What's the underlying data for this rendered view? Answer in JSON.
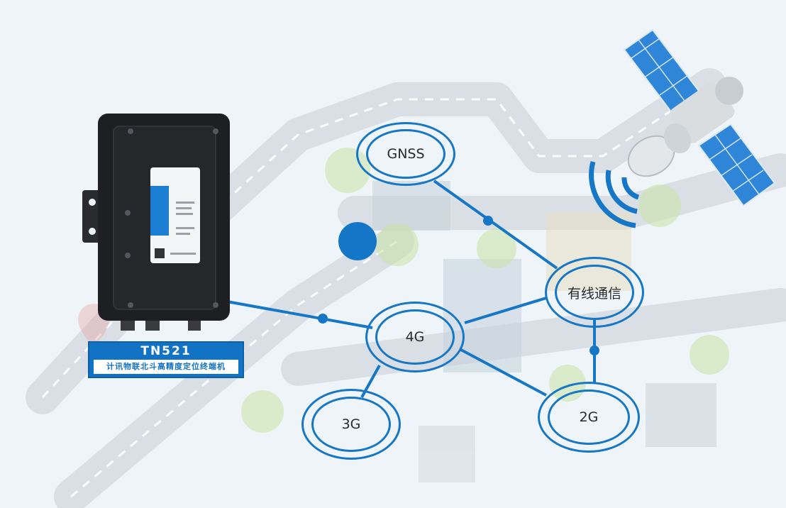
{
  "nodes": {
    "gnss": "GNSS",
    "wired": "有线通信",
    "g4": "4G",
    "g3": "3G",
    "g2": "2G"
  },
  "device": {
    "model": "TN521",
    "description": "计讯物联北斗高精度定位终端机"
  },
  "colors": {
    "accent": "#1677c7",
    "label_bg": "#1272c4",
    "device_body": "#202124",
    "satellite_panel": "#2f86d8"
  }
}
